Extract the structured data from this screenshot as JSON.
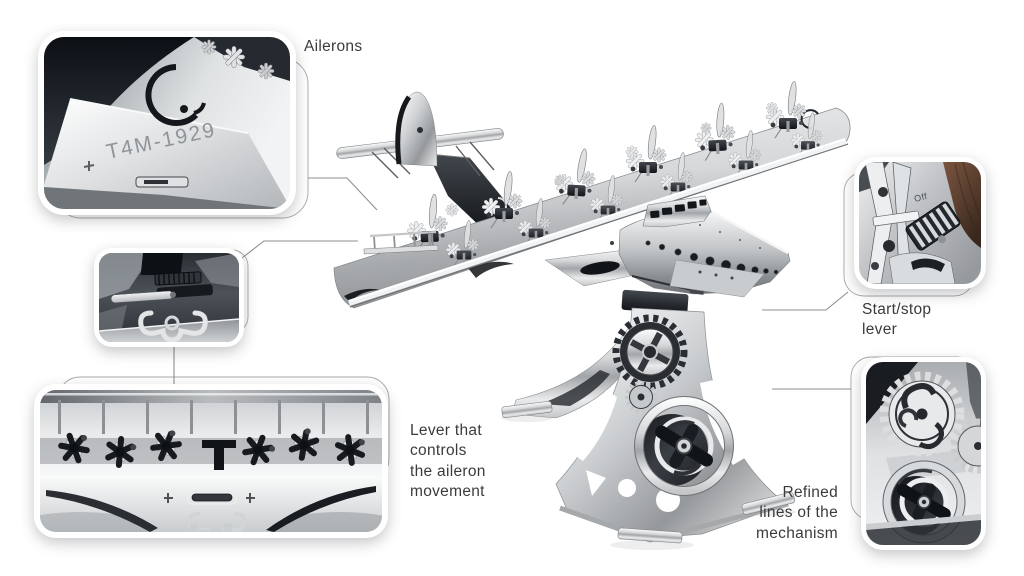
{
  "page": {
    "type": "annotated-product-image",
    "subject": "metal mechanical seaplane model on a geared display stand"
  },
  "labels": {
    "ailerons": "Ailerons",
    "start_stop": "Start/stop\nlever",
    "aileron_lever": "Lever that\ncontrols\nthe aileron\nmovement",
    "refined_lines": "Refined\nlines of the\nmechanism"
  },
  "engravings": {
    "wing_code": "T4M-1929",
    "lever_position": "Off"
  },
  "callouts": [
    {
      "id": "ailerons-wingtip-closeup",
      "links_to_label": "ailerons"
    },
    {
      "id": "aileron-control-lever-closeup",
      "links_to_label": "aileron_lever"
    },
    {
      "id": "engine-row-closeup",
      "links_to_label": "aileron_lever"
    },
    {
      "id": "start-stop-lever-closeup",
      "links_to_label": "start_stop"
    },
    {
      "id": "stand-gears-closeup",
      "links_to_label": "refined_lines"
    }
  ],
  "colors": {
    "background": "#ffffff",
    "label_text": "#3b3b3b",
    "leader_line": "#8f8f8f",
    "card_border": "#ffffff",
    "metal_light": "#f2f3f4",
    "metal_mid": "#b9bcbe",
    "metal_dark": "#17191c",
    "wood": "#5d4233"
  }
}
